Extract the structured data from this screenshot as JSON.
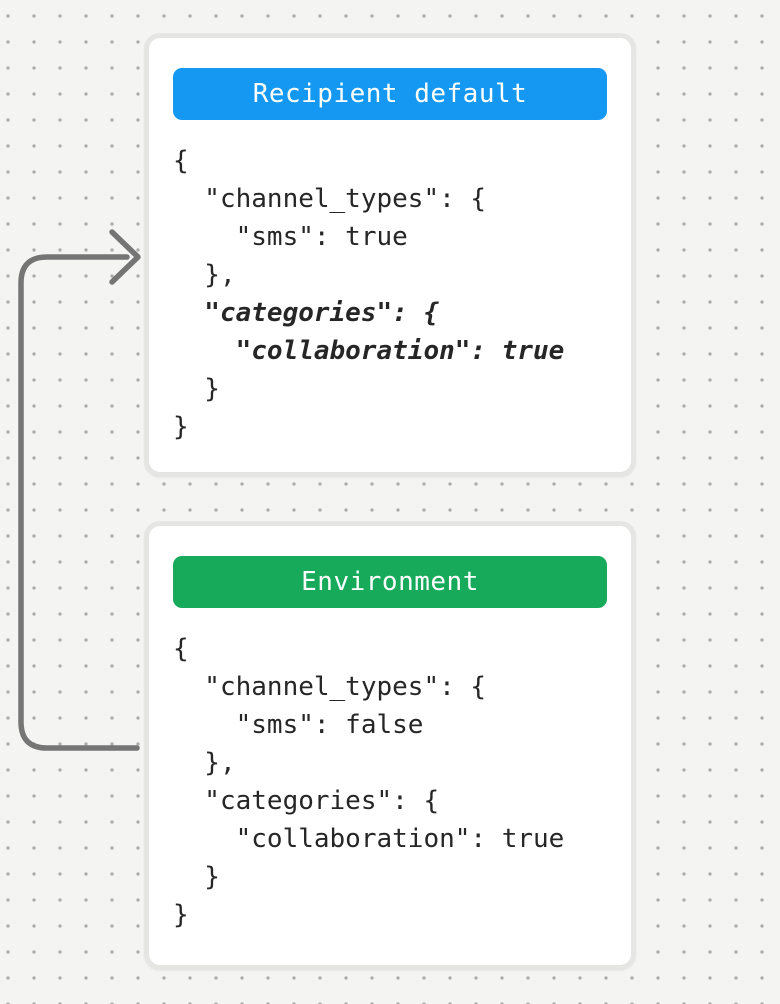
{
  "background": {
    "color": "#F4F4F3",
    "dot_color": "#ACACAB"
  },
  "arrow": {
    "color": "#757575"
  },
  "cards": [
    {
      "header_label": "Recipient default",
      "header_color": "#1598F2",
      "code_lines": [
        {
          "text": "{",
          "em": false
        },
        {
          "text": "  \"channel_types\": {",
          "em": false
        },
        {
          "text": "    \"sms\": true",
          "em": false
        },
        {
          "text": "  },",
          "em": false
        },
        {
          "text": "  \"categories\": {",
          "em": true
        },
        {
          "text": "    \"collaboration\": true",
          "em": true
        },
        {
          "text": "  }",
          "em": false
        },
        {
          "text": "}",
          "em": false
        }
      ]
    },
    {
      "header_label": "Environment",
      "header_color": "#18AA5B",
      "code_lines": [
        {
          "text": "{",
          "em": false
        },
        {
          "text": "  \"channel_types\": {",
          "em": false
        },
        {
          "text": "    \"sms\": false",
          "em": false
        },
        {
          "text": "  },",
          "em": false
        },
        {
          "text": "  \"categories\": {",
          "em": false
        },
        {
          "text": "    \"collaboration\": true",
          "em": false
        },
        {
          "text": "  }",
          "em": false
        },
        {
          "text": "}",
          "em": false
        }
      ]
    }
  ]
}
